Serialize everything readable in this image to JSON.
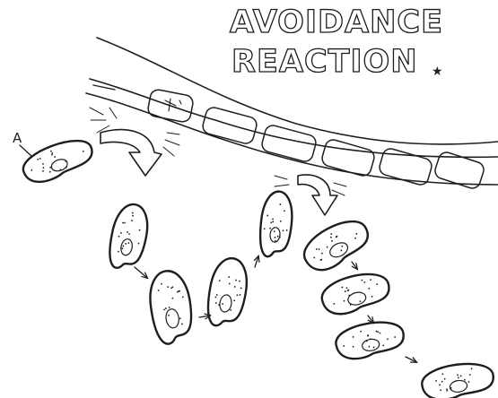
{
  "title": {
    "line1": "AVOIDANCE",
    "line2": "REACTION",
    "mark": "★"
  },
  "labels": {
    "organism": "A"
  }
}
